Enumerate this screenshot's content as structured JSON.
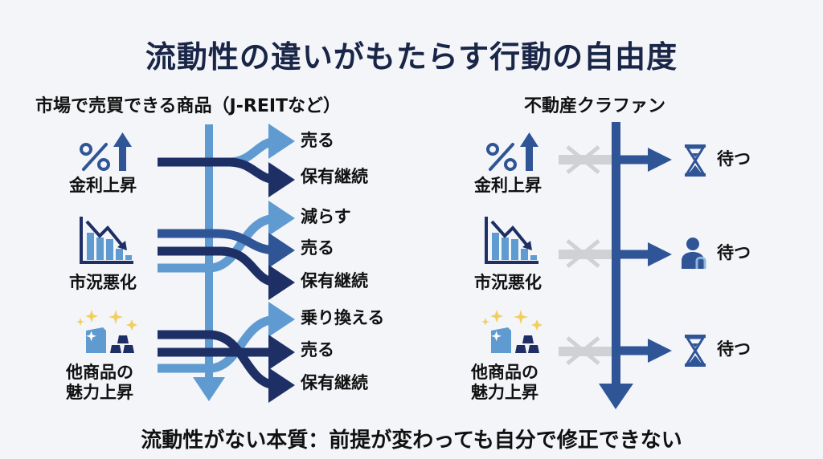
{
  "title": "流動性の違いがもたらす行動の自由度",
  "left_panel": {
    "heading": "市場で売買できる商品（J-REITなど）",
    "rows": [
      {
        "condition": "金利上昇",
        "icon": "percent-up-arrow-icon",
        "outcomes": [
          "売る",
          "保有継続"
        ]
      },
      {
        "condition": "市況悪化",
        "icon": "declining-chart-icon",
        "outcomes": [
          "減らす",
          "売る",
          "保有継続"
        ]
      },
      {
        "condition_lines": [
          "他商品の",
          "魅力上昇"
        ],
        "icon": "sparkling-products-icon",
        "outcomes": [
          "乗り換える",
          "売る",
          "保有継続"
        ]
      }
    ]
  },
  "right_panel": {
    "heading": "不動産クラファン",
    "rows": [
      {
        "condition": "金利上昇",
        "icon": "percent-up-arrow-icon",
        "outcome": "待つ",
        "outcome_icon": "hourglass-icon"
      },
      {
        "condition": "市況悪化",
        "icon": "declining-chart-icon",
        "outcome": "待つ",
        "outcome_icon": "person-waiting-icon"
      },
      {
        "condition_lines": [
          "他商品の",
          "魅力上昇"
        ],
        "icon": "sparkling-products-icon",
        "outcome": "待つ",
        "outcome_icon": "hourglass-icon"
      }
    ]
  },
  "footer": "流動性がない本質：前提が変わっても自分で修正できない",
  "colors": {
    "background": "#f3f5f9",
    "navy": "#1e2f66",
    "mid_blue": "#2f5596",
    "light_blue": "#5f9bd1",
    "gray_block": "#cfd1d4",
    "star_yellow": "#f2cf5c",
    "title_text": "#1a2647"
  }
}
